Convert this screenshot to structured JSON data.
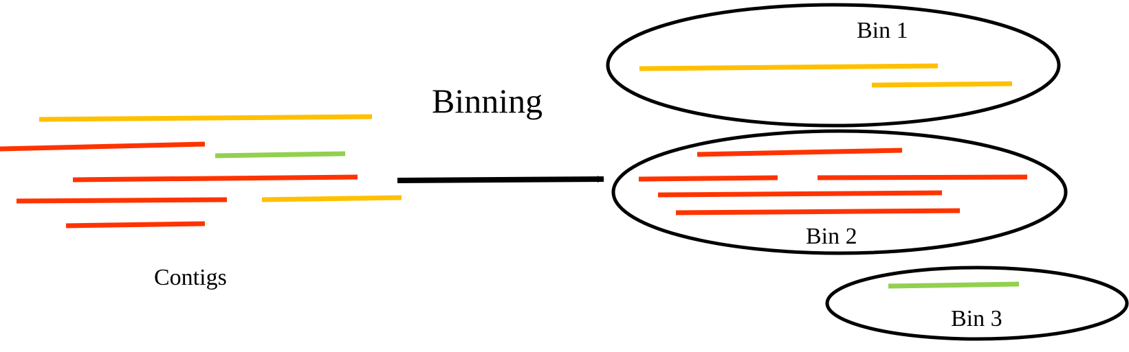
{
  "colors": {
    "yellow": "#FFC000",
    "red": "#FF3300",
    "green": "#92D050",
    "outline": "#000000",
    "background": "#FFFFFF"
  },
  "contigs_label": "Contigs",
  "process_label": "Binning",
  "bins": [
    {
      "id": "bin-1",
      "label": "Bin 1"
    },
    {
      "id": "bin-2",
      "label": "Bin 2"
    },
    {
      "id": "bin-3",
      "label": "Bin 3"
    }
  ]
}
